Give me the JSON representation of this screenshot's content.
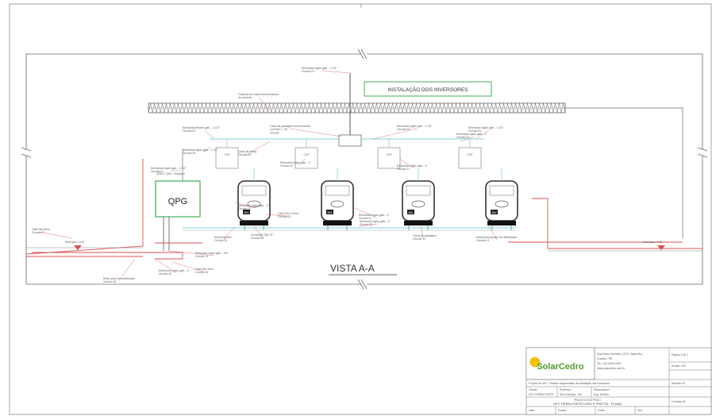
{
  "title_view": "VISTA A-A",
  "inverter_banner": "INSTALAÇÃO DOS INVERSORES",
  "panel_label": "QPG",
  "panel_note": "QGBT / QDC / Disjuntor",
  "logo": "SolarCedro",
  "colors": {
    "red": "#d9534f",
    "green": "#3fae5a",
    "cyan": "#7fd3dc",
    "line": "#444444"
  },
  "leader_notes": [
    "Eletroduto rígido galv. - 2 1/2\" / Circuito 01",
    "Conjunto de cabos dos inversores / de corrente",
    "Caixa de passagem de inversores / corrente 1 - AC / Circuito",
    "Eletroduto flexível galv. - 1 1/2\" / Circuito 02",
    "Eletroduto rígido galv. - 1 1/2\" / Circuito 03",
    "Eletroduto rígido galv. - 1 1/2\" / Circuito 04",
    "Eletroduto rígido galv. - 1 1/2\" / Circuito 05",
    "Caixa de String / Circuito 06",
    "Eletroduto rígido galv. - 1 1/2\" / Circuito 07",
    "Condulete Tipo \"E\" / Circuito 08",
    "Cabo Flex 1,5mm / Circuito 09",
    "Eletroduto flex / Circuito 10",
    "Eletroduto rígido galv. - 2\" / Circuito 11",
    "Caixa de passagem / Circuito 12",
    "Saída para quadro de distribuição / Circuito 13",
    "Eletroduto rígido galv. - 3/4\" / Circuito 14",
    "Cabo flex 4mm / Circuito 15",
    "Eletroduto rígido galv. - 1\" / Circuito 16",
    "Cabo flex 6mm / Circuito 17",
    "Rede para Concessionária / Circuito 18",
    "Eletroduto rígido galv. - 1\" / Circuito 19",
    "Eletroduto rígido galv. - 1\" / Circuito 20",
    "Eletroduto rígido galv. - 1\" / Circuito 21",
    "Eletroduto rígido galv. - 1\" / Circuito 22",
    "Eletroduto rígido galv. - 2\" / Circuito 23"
  ],
  "floor_markers": [
    "Nível piso / 0,00",
    "Nível piso / 0,00"
  ],
  "inverter_caption": "INV",
  "jbox_caption": "CXP",
  "title_block": {
    "company_lines": [
      "Rua Padre Anchieta, 1923 - Bigorrilho",
      "Curitiba - PR",
      "Tel.: (41) 3000-0000",
      "www.solarcedro.com.br"
    ],
    "description": "Projeto de UFV - Detalhe esquemático da instalação dos inversores",
    "rows": [
      [
        "Cliente",
        "Endereço",
        "Responsável"
      ],
      [
        "UFV TERRA FORTE",
        "Rua Exemplo, 100",
        "Eng. Elétrico"
      ],
      [
        "PROJETO ELÉTRICO",
        "UFV TERRA FORTE LEÃO E FRETTA - 75 kWp"
      ],
      [
        "Data",
        "Escala",
        "Folha",
        "Rev."
      ]
    ],
    "right_cells": [
      "Página 1 de 1",
      "Escala 1:50",
      "Revisão 00",
      "Formato A3"
    ]
  }
}
